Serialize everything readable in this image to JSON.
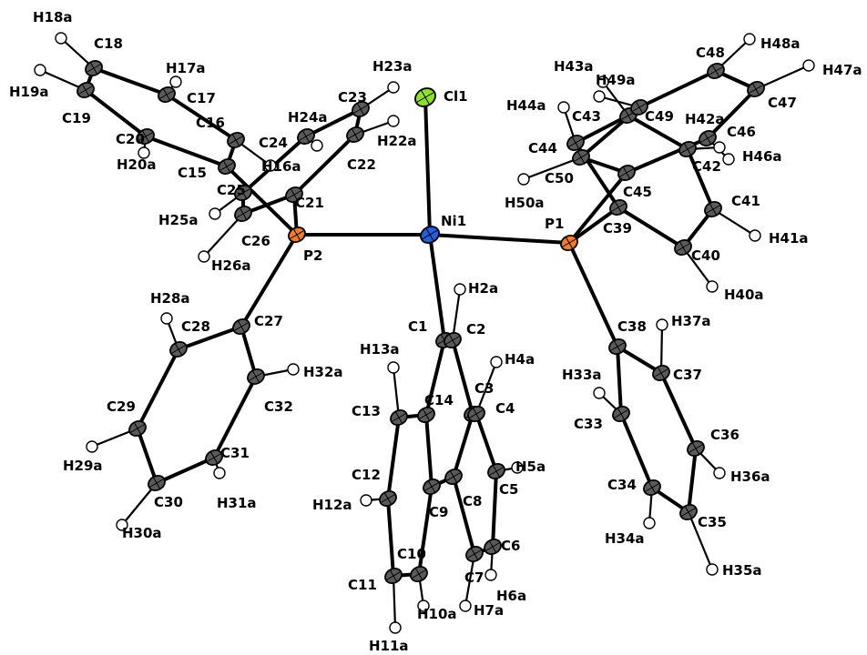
{
  "colors": {
    "carbon": "#5a5a5a",
    "hydrogen": "#ffffff",
    "nickel": "#1f5fe0",
    "phosphorus": "#f07c2a",
    "chlorine": "#8fe02a",
    "bond": "#000000"
  },
  "atoms": [
    {
      "id": "Ni1",
      "el": "Ni",
      "label": "Ni1"
    },
    {
      "id": "Cl1",
      "el": "Cl",
      "label": "Cl1"
    },
    {
      "id": "P1",
      "el": "P",
      "label": "P1"
    },
    {
      "id": "P2",
      "el": "P",
      "label": "P2"
    },
    {
      "id": "C1",
      "el": "C",
      "label": "C1"
    },
    {
      "id": "C2",
      "el": "C",
      "label": "C2"
    },
    {
      "id": "C3",
      "el": "C",
      "label": "C3"
    },
    {
      "id": "C4",
      "el": "C",
      "label": "C4"
    },
    {
      "id": "C5",
      "el": "C",
      "label": "C5"
    },
    {
      "id": "C6",
      "el": "C",
      "label": "C6"
    },
    {
      "id": "C7",
      "el": "C",
      "label": "C7"
    },
    {
      "id": "C8",
      "el": "C",
      "label": "C8"
    },
    {
      "id": "C9",
      "el": "C",
      "label": "C9"
    },
    {
      "id": "C10",
      "el": "C",
      "label": "C10"
    },
    {
      "id": "C11",
      "el": "C",
      "label": "C11"
    },
    {
      "id": "C12",
      "el": "C",
      "label": "C12"
    },
    {
      "id": "C13",
      "el": "C",
      "label": "C13"
    },
    {
      "id": "C14",
      "el": "C",
      "label": "C14"
    },
    {
      "id": "C15",
      "el": "C",
      "label": "C15"
    },
    {
      "id": "C16",
      "el": "C",
      "label": "C16"
    },
    {
      "id": "C17",
      "el": "C",
      "label": "C17"
    },
    {
      "id": "C18",
      "el": "C",
      "label": "C18"
    },
    {
      "id": "C19",
      "el": "C",
      "label": "C19"
    },
    {
      "id": "C20",
      "el": "C",
      "label": "C20"
    },
    {
      "id": "C21",
      "el": "C",
      "label": "C21"
    },
    {
      "id": "C22",
      "el": "C",
      "label": "C22"
    },
    {
      "id": "C23",
      "el": "C",
      "label": "C23"
    },
    {
      "id": "C24",
      "el": "C",
      "label": "C24"
    },
    {
      "id": "C25",
      "el": "C",
      "label": "C25"
    },
    {
      "id": "C26",
      "el": "C",
      "label": "C26"
    },
    {
      "id": "C27",
      "el": "C",
      "label": "C27"
    },
    {
      "id": "C28",
      "el": "C",
      "label": "C28"
    },
    {
      "id": "C29",
      "el": "C",
      "label": "C29"
    },
    {
      "id": "C30",
      "el": "C",
      "label": "C30"
    },
    {
      "id": "C31",
      "el": "C",
      "label": "C31"
    },
    {
      "id": "C32",
      "el": "C",
      "label": "C32"
    },
    {
      "id": "C33",
      "el": "C",
      "label": "C33"
    },
    {
      "id": "C34",
      "el": "C",
      "label": "C34"
    },
    {
      "id": "C35",
      "el": "C",
      "label": "C35"
    },
    {
      "id": "C36",
      "el": "C",
      "label": "C36"
    },
    {
      "id": "C37",
      "el": "C",
      "label": "C37"
    },
    {
      "id": "C38",
      "el": "C",
      "label": "C38"
    },
    {
      "id": "C39",
      "el": "C",
      "label": "C39"
    },
    {
      "id": "C40",
      "el": "C",
      "label": "C40"
    },
    {
      "id": "C41",
      "el": "C",
      "label": "C41"
    },
    {
      "id": "C42",
      "el": "C",
      "label": "C42"
    },
    {
      "id": "C43",
      "el": "C",
      "label": "C43"
    },
    {
      "id": "C44",
      "el": "C",
      "label": "C44"
    },
    {
      "id": "C45",
      "el": "C",
      "label": "C45"
    },
    {
      "id": "C46",
      "el": "C",
      "label": "C46"
    },
    {
      "id": "C47",
      "el": "C",
      "label": "C47"
    },
    {
      "id": "C48",
      "el": "C",
      "label": "C48"
    },
    {
      "id": "C49",
      "el": "C",
      "label": "C49"
    },
    {
      "id": "C50",
      "el": "C",
      "label": "C50"
    },
    {
      "id": "H2a",
      "el": "H",
      "label": "H2a"
    },
    {
      "id": "H4a",
      "el": "H",
      "label": "H4a"
    },
    {
      "id": "H5a",
      "el": "H",
      "label": "H5a"
    },
    {
      "id": "H6a",
      "el": "H",
      "label": "H6a"
    },
    {
      "id": "H7a",
      "el": "H",
      "label": "H7a"
    },
    {
      "id": "H10a",
      "el": "H",
      "label": "H10a"
    },
    {
      "id": "H11a",
      "el": "H",
      "label": "H11a"
    },
    {
      "id": "H12a",
      "el": "H",
      "label": "H12a"
    },
    {
      "id": "H13a",
      "el": "H",
      "label": "H13a"
    },
    {
      "id": "H16a",
      "el": "H",
      "label": "H16a"
    },
    {
      "id": "H17a",
      "el": "H",
      "label": "H17a"
    },
    {
      "id": "H18a",
      "el": "H",
      "label": "H18a"
    },
    {
      "id": "H19a",
      "el": "H",
      "label": "H19a"
    },
    {
      "id": "H20a",
      "el": "H",
      "label": "H20a"
    },
    {
      "id": "H22a",
      "el": "H",
      "label": "H22a"
    },
    {
      "id": "H23a",
      "el": "H",
      "label": "H23a"
    },
    {
      "id": "H24a",
      "el": "H",
      "label": "H24a"
    },
    {
      "id": "H25a",
      "el": "H",
      "label": "H25a"
    },
    {
      "id": "H26a",
      "el": "H",
      "label": "H26a"
    },
    {
      "id": "H28a",
      "el": "H",
      "label": "H28a"
    },
    {
      "id": "H29a",
      "el": "H",
      "label": "H29a"
    },
    {
      "id": "H30a",
      "el": "H",
      "label": "H30a"
    },
    {
      "id": "H31a",
      "el": "H",
      "label": "H31a"
    },
    {
      "id": "H32a",
      "el": "H",
      "label": "H32a"
    },
    {
      "id": "H33a",
      "el": "H",
      "label": "H33a"
    },
    {
      "id": "H34a",
      "el": "H",
      "label": "H34a"
    },
    {
      "id": "H35a",
      "el": "H",
      "label": "H35a"
    },
    {
      "id": "H36a",
      "el": "H",
      "label": "H36a"
    },
    {
      "id": "H37a",
      "el": "H",
      "label": "H37a"
    },
    {
      "id": "H40a",
      "el": "H",
      "label": "H40a"
    },
    {
      "id": "H41a",
      "el": "H",
      "label": "H41a"
    },
    {
      "id": "H42a",
      "el": "H",
      "label": "H42a"
    },
    {
      "id": "H43a",
      "el": "H",
      "label": "H43a"
    },
    {
      "id": "H44a",
      "el": "H",
      "label": "H44a"
    },
    {
      "id": "H46a",
      "el": "H",
      "label": "H46a"
    },
    {
      "id": "H47a",
      "el": "H",
      "label": "H47a"
    },
    {
      "id": "H48a",
      "el": "H",
      "label": "H48a"
    },
    {
      "id": "H49a",
      "el": "H",
      "label": "H49a"
    },
    {
      "id": "H50a",
      "el": "H",
      "label": "H50a"
    }
  ],
  "bonds": [
    [
      "Ni1",
      "Cl1"
    ],
    [
      "Ni1",
      "P1"
    ],
    [
      "Ni1",
      "P2"
    ],
    [
      "Ni1",
      "C1"
    ],
    [
      "C1",
      "C2"
    ],
    [
      "C1",
      "C14"
    ],
    [
      "C2",
      "C3"
    ],
    [
      "C3",
      "C4"
    ],
    [
      "C4",
      "C5"
    ],
    [
      "C5",
      "C6"
    ],
    [
      "C6",
      "C7"
    ],
    [
      "C7",
      "C8"
    ],
    [
      "C8",
      "C3"
    ],
    [
      "C8",
      "C9"
    ],
    [
      "C9",
      "C10"
    ],
    [
      "C10",
      "C11"
    ],
    [
      "C11",
      "C12"
    ],
    [
      "C12",
      "C13"
    ],
    [
      "C13",
      "C14"
    ],
    [
      "C14",
      "C9"
    ],
    [
      "P2",
      "C15"
    ],
    [
      "C15",
      "C16"
    ],
    [
      "C16",
      "C17"
    ],
    [
      "C17",
      "C18"
    ],
    [
      "C18",
      "C19"
    ],
    [
      "C19",
      "C20"
    ],
    [
      "C20",
      "C15"
    ],
    [
      "P2",
      "C21"
    ],
    [
      "C21",
      "C22"
    ],
    [
      "C22",
      "C23"
    ],
    [
      "C23",
      "C24"
    ],
    [
      "C24",
      "C25"
    ],
    [
      "C25",
      "C26"
    ],
    [
      "C26",
      "C21"
    ],
    [
      "P2",
      "C27"
    ],
    [
      "C27",
      "C28"
    ],
    [
      "C28",
      "C29"
    ],
    [
      "C29",
      "C30"
    ],
    [
      "C30",
      "C31"
    ],
    [
      "C31",
      "C32"
    ],
    [
      "C32",
      "C27"
    ],
    [
      "P1",
      "C38"
    ],
    [
      "C38",
      "C37"
    ],
    [
      "C37",
      "C36"
    ],
    [
      "C36",
      "C35"
    ],
    [
      "C35",
      "C34"
    ],
    [
      "C34",
      "C33"
    ],
    [
      "C33",
      "C38"
    ],
    [
      "P1",
      "C39"
    ],
    [
      "C39",
      "C40"
    ],
    [
      "C40",
      "C41"
    ],
    [
      "C41",
      "C42"
    ],
    [
      "C42",
      "C43"
    ],
    [
      "C43",
      "C44"
    ],
    [
      "C44",
      "C39"
    ],
    [
      "P1",
      "C45"
    ],
    [
      "C45",
      "C46"
    ],
    [
      "C46",
      "C47"
    ],
    [
      "C47",
      "C48"
    ],
    [
      "C48",
      "C49"
    ],
    [
      "C49",
      "C50"
    ],
    [
      "C50",
      "C45"
    ],
    [
      "C2",
      "H2a"
    ],
    [
      "C4",
      "H4a"
    ],
    [
      "C5",
      "H5a"
    ],
    [
      "C6",
      "H6a"
    ],
    [
      "C7",
      "H7a"
    ],
    [
      "C10",
      "H10a"
    ],
    [
      "C11",
      "H11a"
    ],
    [
      "C12",
      "H12a"
    ],
    [
      "C13",
      "H13a"
    ],
    [
      "C16",
      "H16a"
    ],
    [
      "C17",
      "H17a"
    ],
    [
      "C18",
      "H18a"
    ],
    [
      "C19",
      "H19a"
    ],
    [
      "C20",
      "H20a"
    ],
    [
      "C22",
      "H22a"
    ],
    [
      "C23",
      "H23a"
    ],
    [
      "C24",
      "H24a"
    ],
    [
      "C25",
      "H25a"
    ],
    [
      "C26",
      "H26a"
    ],
    [
      "C28",
      "H28a"
    ],
    [
      "C29",
      "H29a"
    ],
    [
      "C30",
      "H30a"
    ],
    [
      "C31",
      "H31a"
    ],
    [
      "C32",
      "H32a"
    ],
    [
      "C33",
      "H33a"
    ],
    [
      "C34",
      "H34a"
    ],
    [
      "C35",
      "H35a"
    ],
    [
      "C36",
      "H36a"
    ],
    [
      "C37",
      "H37a"
    ],
    [
      "C40",
      "H40a"
    ],
    [
      "C41",
      "H41a"
    ],
    [
      "C42",
      "H42a"
    ],
    [
      "C43",
      "H43a"
    ],
    [
      "C44",
      "H44a"
    ],
    [
      "C46",
      "H46a"
    ],
    [
      "C47",
      "H47a"
    ],
    [
      "C48",
      "H48a"
    ],
    [
      "C49",
      "H49a"
    ],
    [
      "C50",
      "H50a"
    ]
  ]
}
